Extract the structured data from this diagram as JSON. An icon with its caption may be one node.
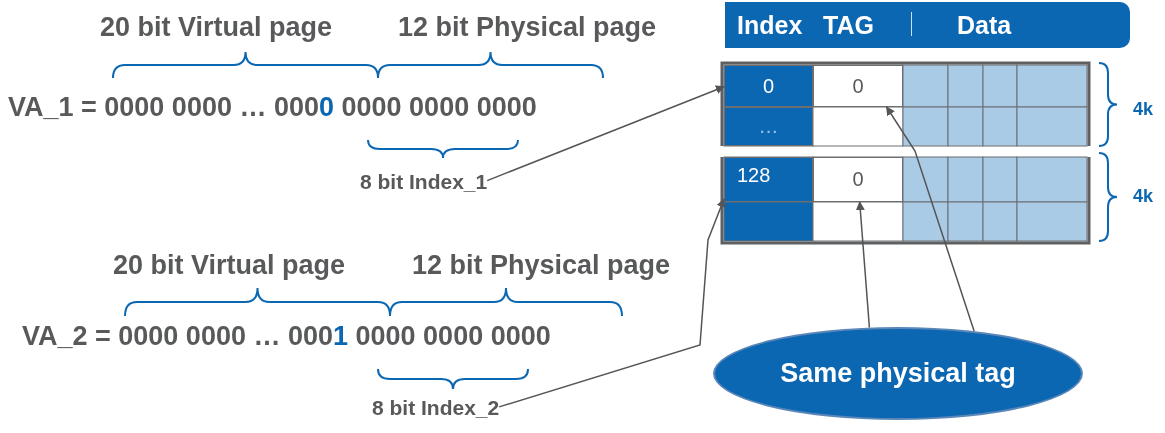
{
  "diagram": {
    "nodes": [
      {
        "text": [
          "Index",
          "TAG",
          "Data"
        ]
      },
      {
        "text": [
          "0"
        ]
      },
      {
        "text": [
          "0"
        ]
      },
      {
        "text": [
          "…"
        ]
      },
      {
        "text": [
          "8 bit Index_1"
        ]
      },
      {
        "text": [
          "128"
        ]
      },
      {
        "text": [
          "0"
        ]
      },
      {
        "text": [
          "8 bit Index_2"
        ]
      },
      {
        "text": [
          "Same physical tag"
        ]
      }
    ],
    "edges": [
      {
        "from": 4,
        "to": 1,
        "arrow": "to"
      },
      {
        "from": 7,
        "to": 5,
        "arrow": "to"
      },
      {
        "from": 8,
        "to": 6,
        "arrow": "to"
      },
      {
        "from": 8,
        "to": 2,
        "arrow": "to"
      }
    ],
    "labels": [
      "20 bit Virtual page",
      "12 bit Physical page",
      "VA_1 = 0000 0000 … 000**0** 0000 0000 0000",
      "20 bit Virtual page",
      "12 bit Physical page",
      "VA_2 = 0000 0000 … 000**1** 0000 0000 0000",
      "4k",
      "4k"
    ]
  }
}
